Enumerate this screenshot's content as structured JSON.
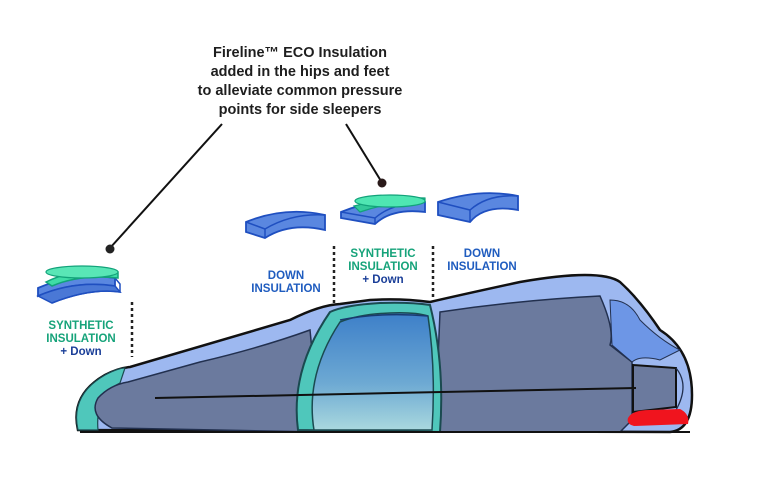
{
  "callout": {
    "lines": [
      "Fireline™ ECO Insulation",
      "added in the hips and feet",
      "to alleviate common pressure",
      "points for side sleepers"
    ]
  },
  "zones": [
    {
      "id": "feet",
      "title_lines": [
        "SYNTHETIC",
        "INSULATION"
      ],
      "subtitle": "+ Down",
      "material": "synthetic-plus-down"
    },
    {
      "id": "lower-legs",
      "title_lines": [
        "DOWN",
        "INSULATION"
      ],
      "material": "down"
    },
    {
      "id": "hips",
      "title_lines": [
        "SYNTHETIC",
        "INSULATION"
      ],
      "subtitle": "+ Down",
      "material": "synthetic-plus-down"
    },
    {
      "id": "torso",
      "title_lines": [
        "DOWN",
        "INSULATION"
      ],
      "material": "down"
    }
  ],
  "colors": {
    "synthetic": "#16a37a",
    "down_label": "#1f5cbf",
    "down_panel": "#5a87e0",
    "synthetic_panel": "#3fdca6",
    "bag_shell": "#9db8f0",
    "bag_inner": "#6b7a9e",
    "hip_band": "#4fc7bb",
    "zipper_pull": "#f0141e"
  }
}
